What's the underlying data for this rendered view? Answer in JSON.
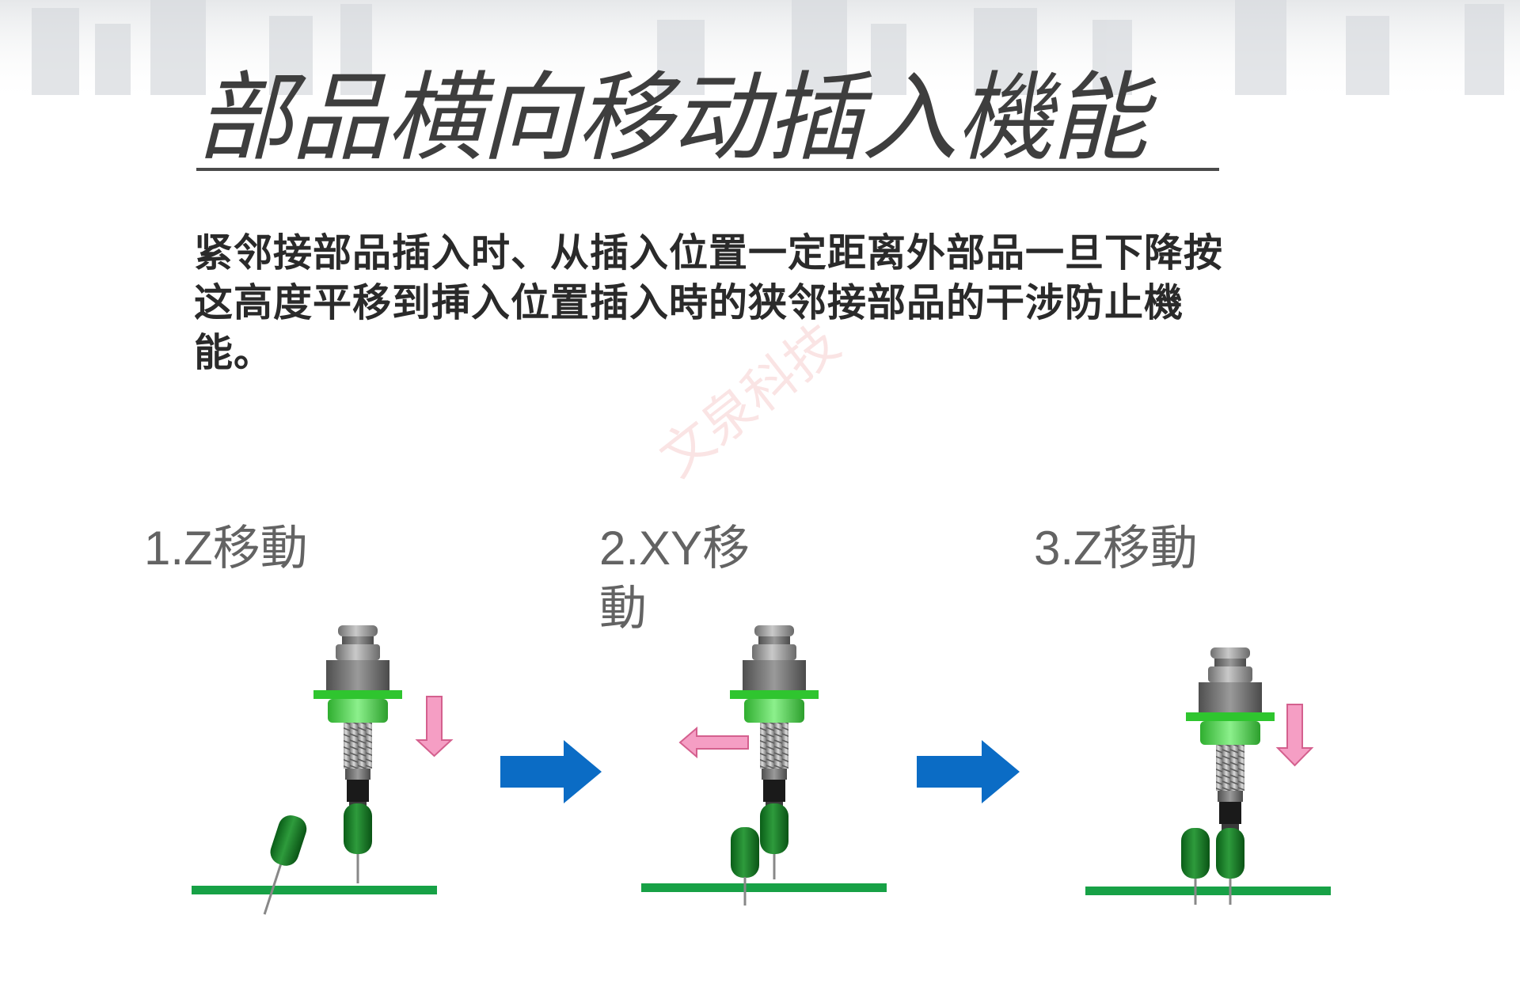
{
  "slide": {
    "title": "部品横向移动插入機能",
    "description": "紧邻接部品插入时、从插入位置一定距离外部品一旦下降按这高度平移到挿入位置插入時的狭邻接部品的干涉防止機能。",
    "watermark": "文泉科技"
  },
  "steps": [
    {
      "label": "1.Z移動",
      "motion": "down"
    },
    {
      "label": "2.XY移動",
      "motion": "left"
    },
    {
      "label": "3.Z移動",
      "motion": "down"
    }
  ],
  "colors": {
    "title": "#3e3e3e",
    "text": "#2a2a2a",
    "step_label": "#636363",
    "flange_green": "#55d255",
    "component_green": "#127a23",
    "board_green": "#17a146",
    "flow_arrow": "#0b6cc5",
    "motion_arrow": "#f59ec4"
  },
  "icons": [
    "down-arrow-icon",
    "left-arrow-icon",
    "right-arrow-icon"
  ]
}
